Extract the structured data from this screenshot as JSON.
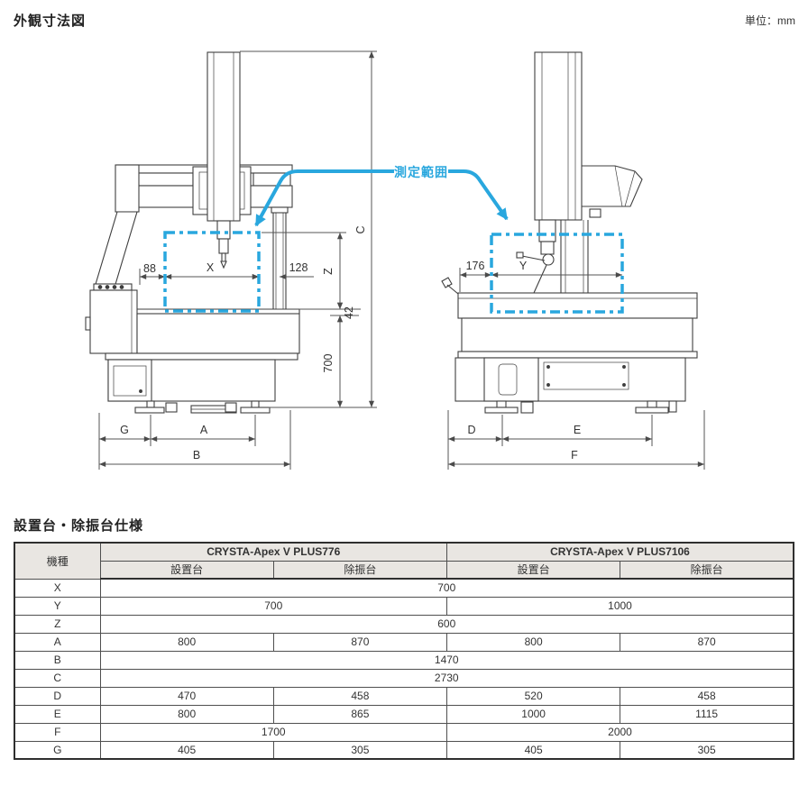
{
  "page": {
    "title": "外観寸法図",
    "unit_label": "単位：mm"
  },
  "diagram": {
    "callout": "測定範囲",
    "front_view": {
      "dims": {
        "height_c": "C",
        "left_88": "88",
        "x": "X",
        "right_128": "128",
        "z": "Z",
        "offset_42": "42",
        "base_700": "700",
        "g": "G",
        "a": "A",
        "b": "B"
      }
    },
    "side_view": {
      "dims": {
        "left_176": "176",
        "y": "Y",
        "d": "D",
        "e": "E",
        "f": "F"
      }
    }
  },
  "table": {
    "title": "設置台・除振台仕様",
    "model_header": "機種",
    "groups": [
      {
        "name": "CRYSTA-Apex V PLUS776",
        "columns": [
          "設置台",
          "除振台"
        ]
      },
      {
        "name": "CRYSTA-Apex V PLUS7106",
        "columns": [
          "設置台",
          "除振台"
        ]
      }
    ],
    "rows": [
      {
        "label": "X",
        "cells": [
          {
            "span": 4,
            "value": "700"
          }
        ]
      },
      {
        "label": "Y",
        "cells": [
          {
            "span": 2,
            "value": "700"
          },
          {
            "span": 2,
            "value": "1000"
          }
        ]
      },
      {
        "label": "Z",
        "cells": [
          {
            "span": 4,
            "value": "600"
          }
        ]
      },
      {
        "label": "A",
        "cells": [
          {
            "span": 1,
            "value": "800"
          },
          {
            "span": 1,
            "value": "870"
          },
          {
            "span": 1,
            "value": "800"
          },
          {
            "span": 1,
            "value": "870"
          }
        ]
      },
      {
        "label": "B",
        "cells": [
          {
            "span": 4,
            "value": "1470"
          }
        ]
      },
      {
        "label": "C",
        "cells": [
          {
            "span": 4,
            "value": "2730"
          }
        ]
      },
      {
        "label": "D",
        "cells": [
          {
            "span": 1,
            "value": "470"
          },
          {
            "span": 1,
            "value": "458"
          },
          {
            "span": 1,
            "value": "520"
          },
          {
            "span": 1,
            "value": "458"
          }
        ]
      },
      {
        "label": "E",
        "cells": [
          {
            "span": 1,
            "value": "800"
          },
          {
            "span": 1,
            "value": "865"
          },
          {
            "span": 1,
            "value": "1000"
          },
          {
            "span": 1,
            "value": "1115"
          }
        ]
      },
      {
        "label": "F",
        "cells": [
          {
            "span": 2,
            "value": "1700"
          },
          {
            "span": 2,
            "value": "2000"
          }
        ]
      },
      {
        "label": "G",
        "cells": [
          {
            "span": 1,
            "value": "405"
          },
          {
            "span": 1,
            "value": "305"
          },
          {
            "span": 1,
            "value": "405"
          },
          {
            "span": 1,
            "value": "305"
          }
        ]
      }
    ]
  },
  "colors": {
    "accent": "#29a7de",
    "line": "#3f3f3f",
    "header_bg": "#e9e6e2"
  }
}
